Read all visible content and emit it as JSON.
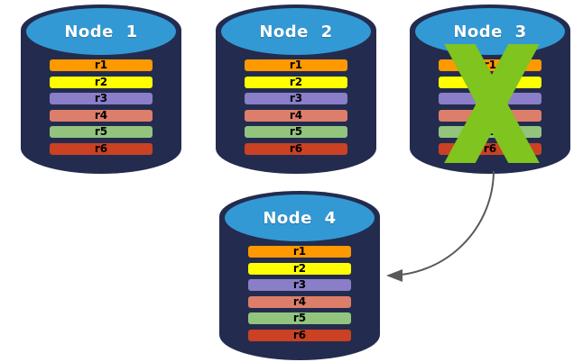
{
  "colors": {
    "background": "#FFFFFF",
    "cylinder_body": "#232C4E",
    "cylinder_top": "#3399D5",
    "node_title_text": "#FFFFFF",
    "row_label_text": "#000000",
    "failure_x": "#7FC41F",
    "arrow": "#595959"
  },
  "nodes": [
    {
      "title": "Node 1",
      "failed": false,
      "rows": [
        {
          "label": "r1",
          "color": "#FF9900"
        },
        {
          "label": "r2",
          "color": "#FFFF00"
        },
        {
          "label": "r3",
          "color": "#8A7EC8"
        },
        {
          "label": "r4",
          "color": "#DD7E6B"
        },
        {
          "label": "r5",
          "color": "#92C47E"
        },
        {
          "label": "r6",
          "color": "#CB4123"
        }
      ]
    },
    {
      "title": "Node 2",
      "failed": false,
      "rows": [
        {
          "label": "r1",
          "color": "#FF9900"
        },
        {
          "label": "r2",
          "color": "#FFFF00"
        },
        {
          "label": "r3",
          "color": "#8A7EC8"
        },
        {
          "label": "r4",
          "color": "#DD7E6B"
        },
        {
          "label": "r5",
          "color": "#92C47E"
        },
        {
          "label": "r6",
          "color": "#CB4123"
        }
      ]
    },
    {
      "title": "Node 3",
      "failed": true,
      "rows": [
        {
          "label": "r1",
          "color": "#FF9900"
        },
        {
          "label": "r2",
          "color": "#FFFF00"
        },
        {
          "label": "r3",
          "color": "#8A7EC8"
        },
        {
          "label": "r4",
          "color": "#DD7E6B"
        },
        {
          "label": "r5",
          "color": "#92C47E"
        },
        {
          "label": "r6",
          "color": "#CB4123"
        }
      ]
    },
    {
      "title": "Node 4",
      "failed": false,
      "rows": [
        {
          "label": "r1",
          "color": "#FF9900"
        },
        {
          "label": "r2",
          "color": "#FFFF00"
        },
        {
          "label": "r3",
          "color": "#8A7EC8"
        },
        {
          "label": "r4",
          "color": "#DD7E6B"
        },
        {
          "label": "r5",
          "color": "#92C47E"
        },
        {
          "label": "r6",
          "color": "#CB4123"
        }
      ]
    }
  ],
  "arrow": {
    "from": "Node 3",
    "to": "Node 4"
  }
}
